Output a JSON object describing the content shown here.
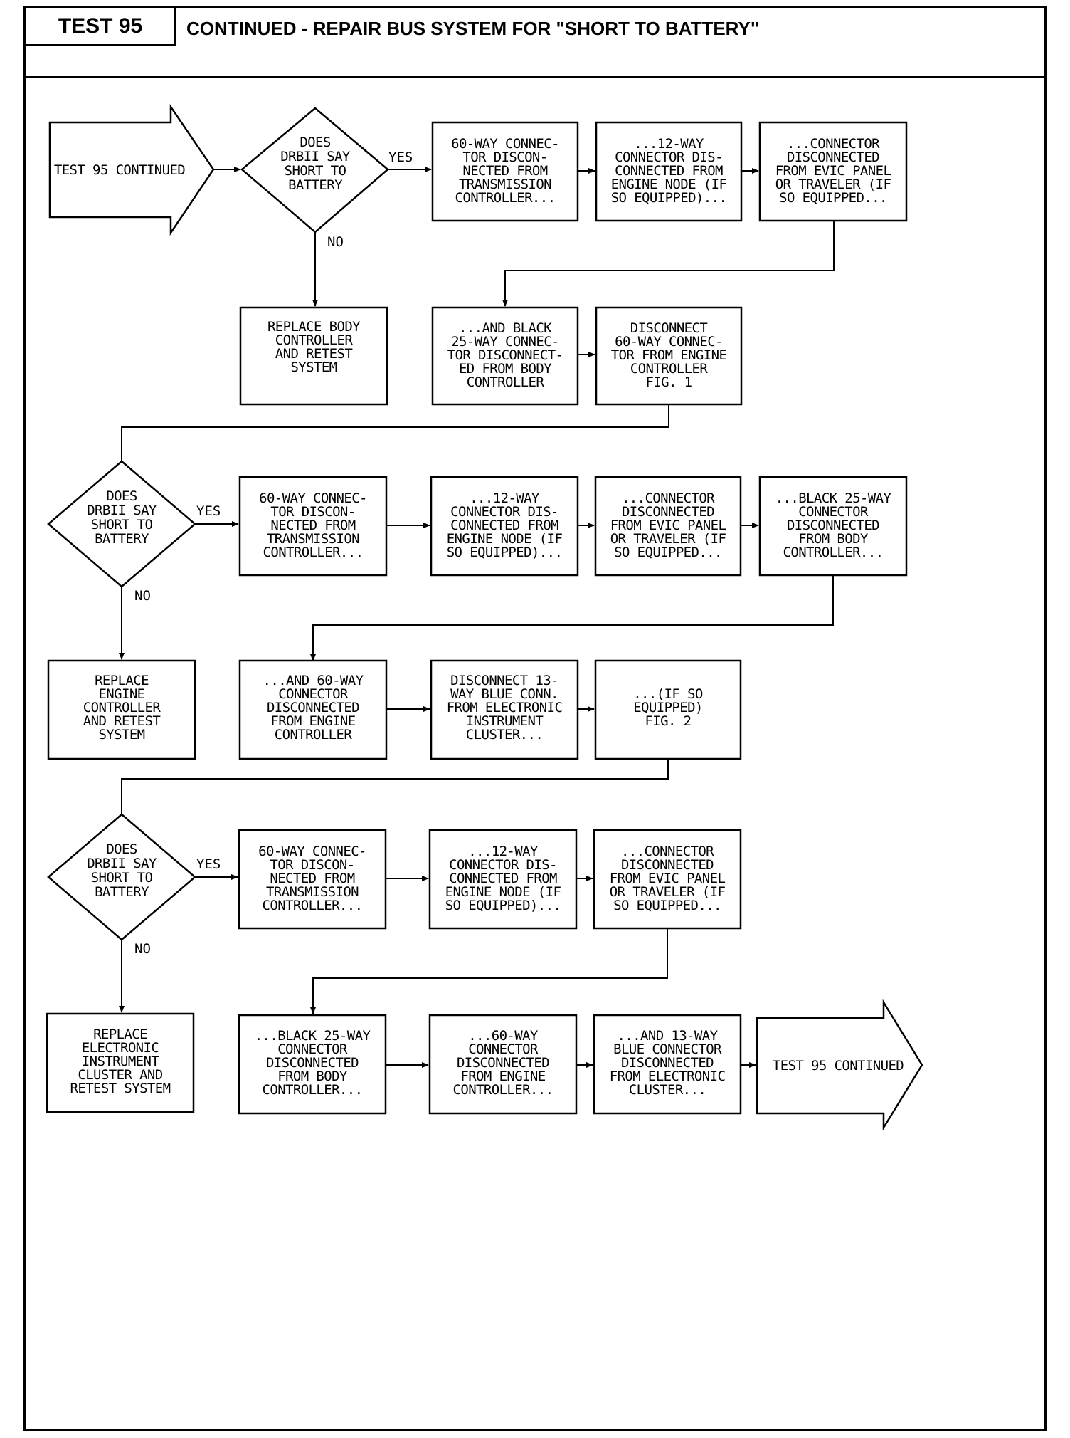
{
  "header": {
    "test_id": "TEST 95",
    "title": "CONTINUED - REPAIR BUS SYSTEM FOR \"SHORT TO BATTERY\""
  },
  "flow": {
    "start_arrow": "TEST 95 CONTINUED",
    "end_arrow": "TEST 95 CONTINUED",
    "yes_label": "YES",
    "no_label": "NO",
    "decision": [
      "DOES",
      "DRBII SAY",
      "SHORT TO",
      "BATTERY"
    ],
    "row1": {
      "box1": [
        "60-WAY CONNEC-",
        "TOR DISCON-",
        "NECTED FROM",
        "TRANSMISSION",
        "CONTROLLER..."
      ],
      "box2": [
        "...12-WAY",
        "CONNECTOR DIS-",
        "CONNECTED FROM",
        "ENGINE NODE (IF",
        "SO EQUIPPED)..."
      ],
      "box3": [
        "...CONNECTOR",
        "DISCONNECTED",
        "FROM EVIC PANEL",
        "OR TRAVELER (IF",
        "SO EQUIPPED..."
      ],
      "no_box": [
        "REPLACE BODY",
        "CONTROLLER",
        "AND RETEST",
        "SYSTEM"
      ],
      "box4": [
        "...AND BLACK",
        "25-WAY CONNEC-",
        "TOR DISCONNECT-",
        "ED FROM BODY",
        "CONTROLLER"
      ],
      "box5": [
        "DISCONNECT",
        "60-WAY CONNEC-",
        "TOR FROM ENGINE",
        "CONTROLLER",
        "FIG. 1"
      ]
    },
    "row2": {
      "box1": [
        "60-WAY CONNEC-",
        "TOR DISCON-",
        "NECTED FROM",
        "TRANSMISSION",
        "CONTROLLER..."
      ],
      "box2": [
        "...12-WAY",
        "CONNECTOR DIS-",
        "CONNECTED FROM",
        "ENGINE NODE (IF",
        "SO EQUIPPED)..."
      ],
      "box3": [
        "...CONNECTOR",
        "DISCONNECTED",
        "FROM EVIC PANEL",
        "OR TRAVELER (IF",
        "SO EQUIPPED..."
      ],
      "box4": [
        "...BLACK 25-WAY",
        "CONNECTOR",
        "DISCONNECTED",
        "FROM BODY",
        "CONTROLLER..."
      ],
      "no_box": [
        "REPLACE",
        "ENGINE",
        "CONTROLLER",
        "AND RETEST",
        "SYSTEM"
      ],
      "box5": [
        "...AND 60-WAY",
        "CONNECTOR",
        "DISCONNECTED",
        "FROM ENGINE",
        "CONTROLLER"
      ],
      "box6": [
        "DISCONNECT 13-",
        "WAY BLUE CONN.",
        "FROM ELECTRONIC",
        "INSTRUMENT",
        "CLUSTER..."
      ],
      "box7": [
        "...(IF SO",
        "EQUIPPED)",
        "FIG. 2"
      ]
    },
    "row3": {
      "box1": [
        "60-WAY CONNEC-",
        "TOR DISCON-",
        "NECTED FROM",
        "TRANSMISSION",
        "CONTROLLER..."
      ],
      "box2": [
        "...12-WAY",
        "CONNECTOR DIS-",
        "CONNECTED FROM",
        "ENGINE NODE (IF",
        "SO EQUIPPED)..."
      ],
      "box3": [
        "...CONNECTOR",
        "DISCONNECTED",
        "FROM EVIC PANEL",
        "OR TRAVELER (IF",
        "SO EQUIPPED..."
      ],
      "no_box": [
        "REPLACE",
        "ELECTRONIC",
        "INSTRUMENT",
        "CLUSTER AND",
        "RETEST SYSTEM"
      ],
      "box4": [
        "...BLACK 25-WAY",
        "CONNECTOR",
        "DISCONNECTED",
        "FROM BODY",
        "CONTROLLER..."
      ],
      "box5": [
        "...60-WAY",
        "CONNECTOR",
        "DISCONNECTED",
        "FROM ENGINE",
        "CONTROLLER..."
      ],
      "box6": [
        "...AND 13-WAY",
        "BLUE CONNECTOR",
        "DISCONNECTED",
        "FROM ELECTRONIC",
        "CLUSTER..."
      ]
    }
  }
}
